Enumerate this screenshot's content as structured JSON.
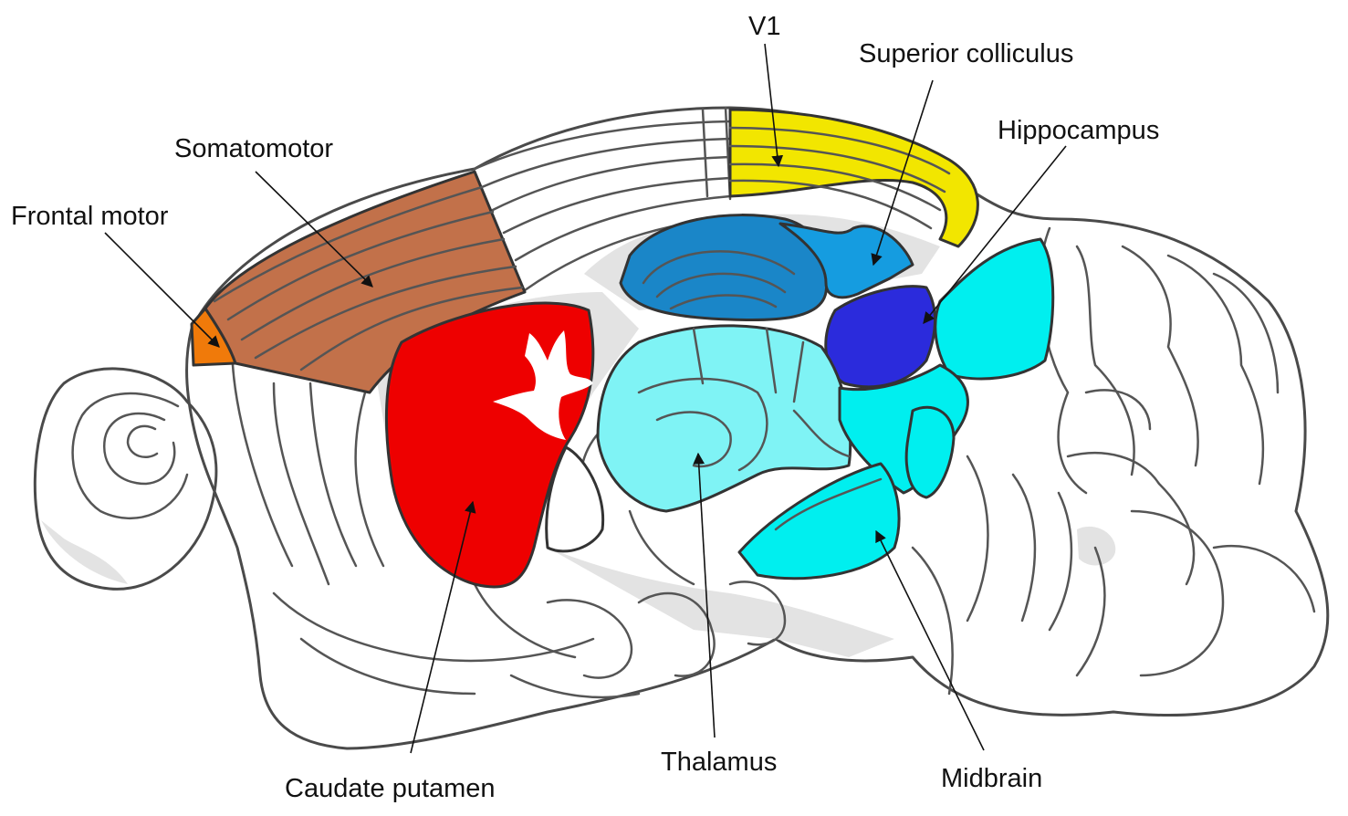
{
  "labels": {
    "v1": "V1",
    "superior_colliculus": "Superior colliculus",
    "hippocampus": "Hippocampus",
    "somatomotor": "Somatomotor",
    "frontal_motor": "Frontal motor",
    "caudate_putamen": "Caudate putamen",
    "thalamus": "Thalamus",
    "midbrain": "Midbrain"
  },
  "colors": {
    "v1": "#f2e600",
    "superior_colliculus": "#159ce0",
    "hippocampus": "#2b2bdc",
    "somatomotor": "#c2714a",
    "frontal_motor": "#f07a0a",
    "caudate_putamen": "#ee0000",
    "thalamus": "#7ff3f5",
    "midbrain": "#00efef",
    "superior_colliculus_dark": "#1a86c8"
  }
}
